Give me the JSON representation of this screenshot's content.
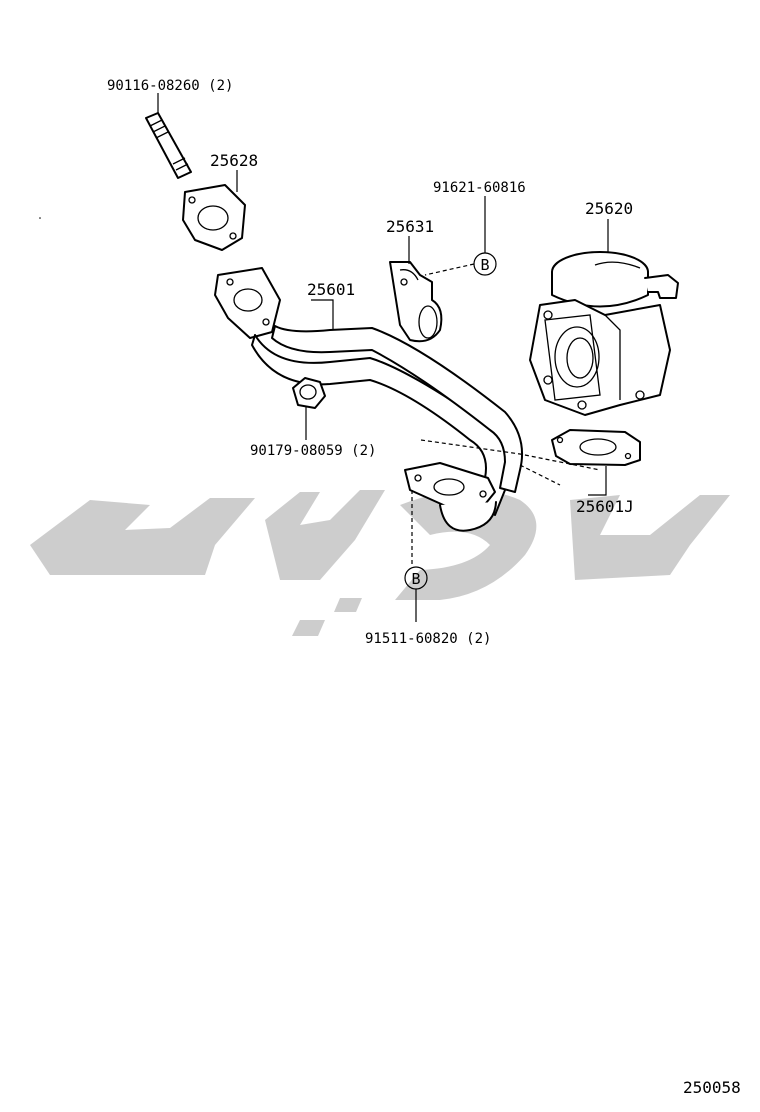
{
  "parts": {
    "stud_bolt": "90116-08260 (2)",
    "gasket_upper": "25628",
    "pipe": "25601",
    "clamp": "25631",
    "clamp_bolt": "91621-60816",
    "egr_valve": "25620",
    "nut": "90179-08059 (2)",
    "gasket_lower": "25601J",
    "lower_bolt": "91511-60820 (2)"
  },
  "refs": {
    "b_upper": "B",
    "b_lower": "B"
  },
  "figure_id": "250058",
  "watermark": {
    "color": "#c8c8c8"
  }
}
